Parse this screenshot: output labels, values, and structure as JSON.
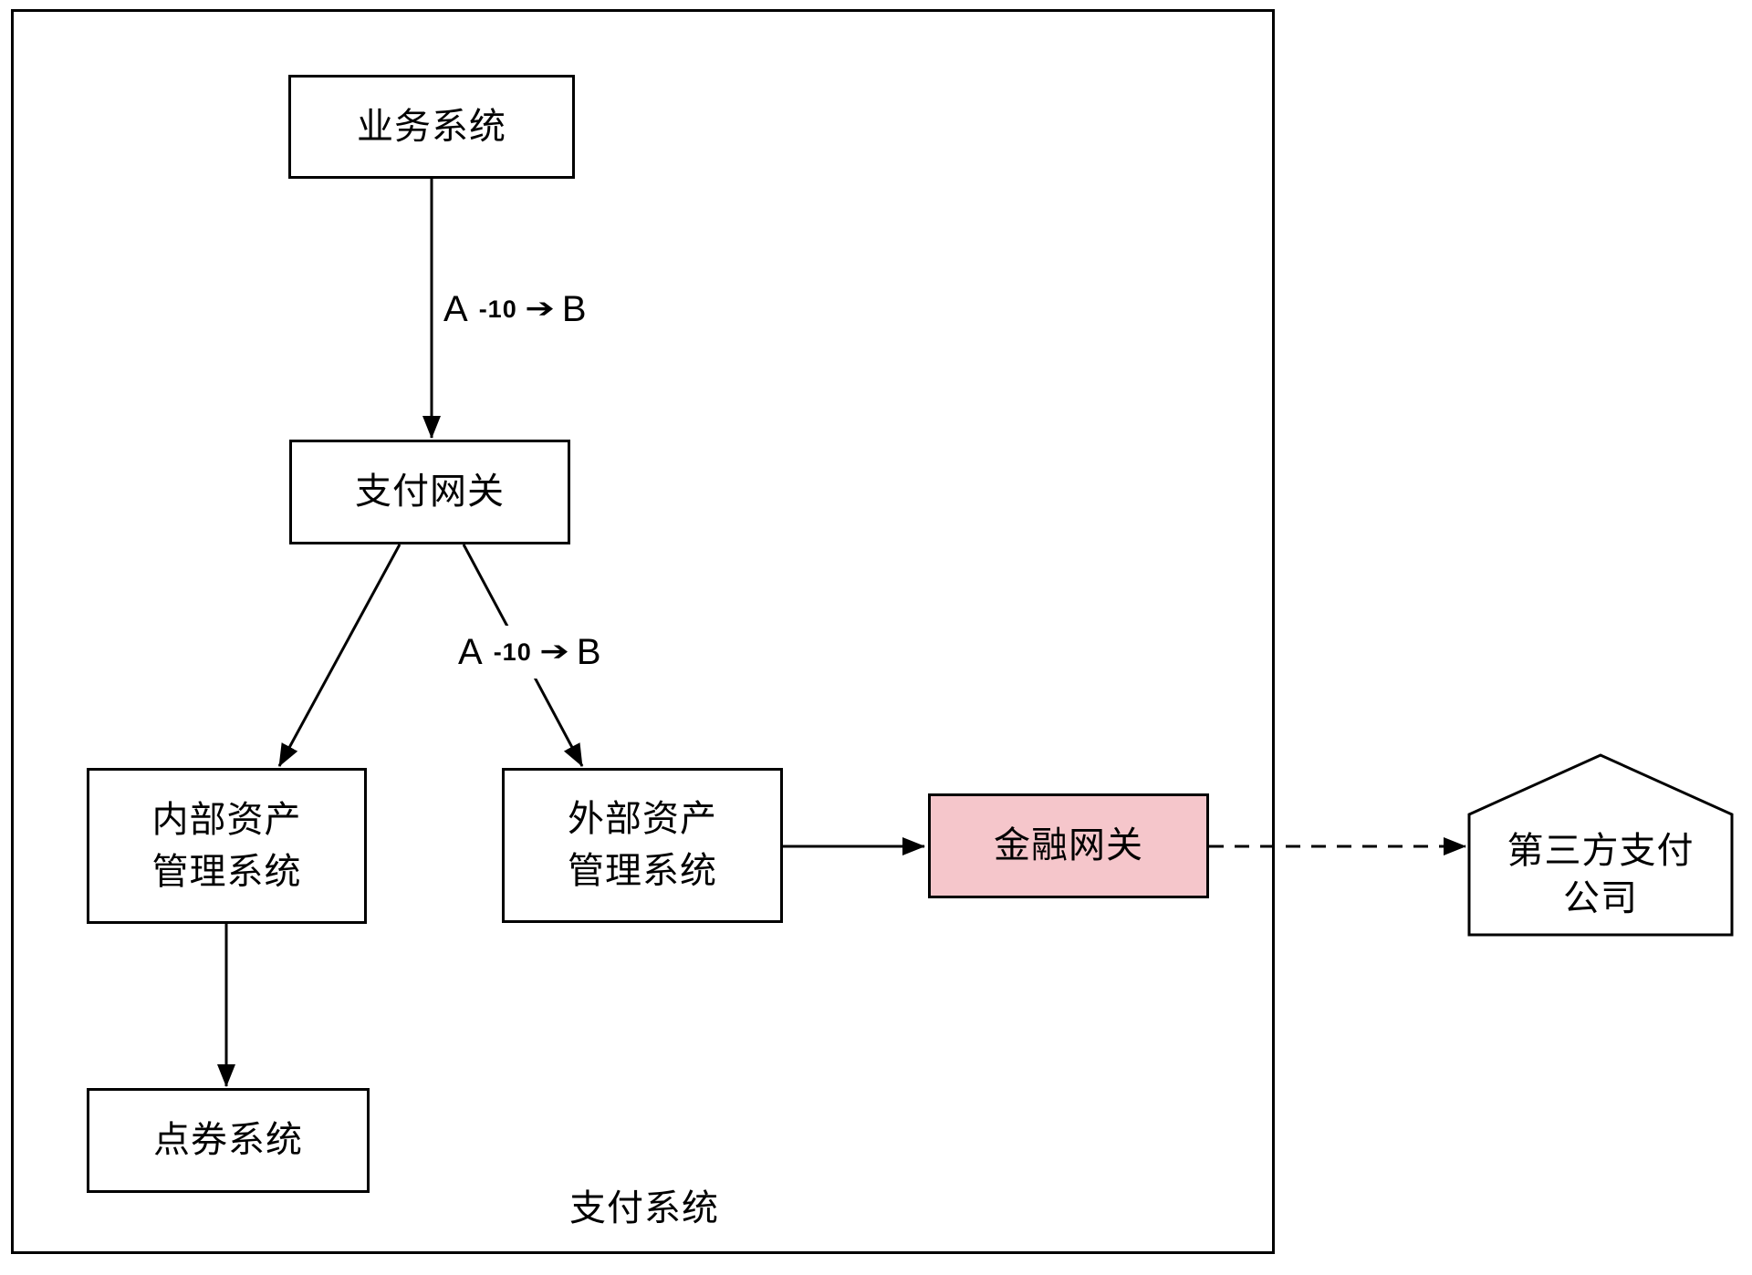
{
  "diagram": {
    "container_label": "支付系统",
    "colors": {
      "highlight_fill": "#f5c6cb",
      "stroke": "#000000",
      "node_fill": "#ffffff"
    },
    "nodes": {
      "business_system": {
        "label": "业务系统"
      },
      "payment_gateway": {
        "label": "支付网关"
      },
      "internal_asset": {
        "line1": "内部资产",
        "line2": "管理系统"
      },
      "external_asset": {
        "line1": "外部资产",
        "line2": "管理系统"
      },
      "voucher_system": {
        "label": "点券系统"
      },
      "financial_gateway": {
        "label": "金融网关"
      },
      "third_party": {
        "line1": "第三方支付",
        "line2": "公司"
      }
    },
    "edge_labels": {
      "business_to_gateway": {
        "from": "A",
        "amount": "-10",
        "arrow": "➔",
        "to": "B"
      },
      "gateway_to_external": {
        "from": "A",
        "amount": "-10",
        "arrow": "➔",
        "to": "B"
      }
    }
  }
}
